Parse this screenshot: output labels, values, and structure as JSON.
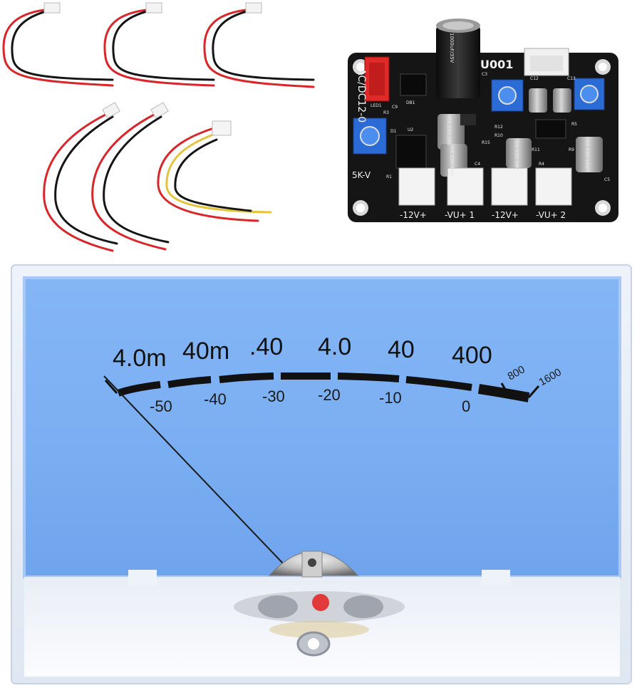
{
  "board": {
    "model_text": "U001",
    "input_label": "AC/DC12-0",
    "pot_label": "5K-V",
    "port_labels": [
      "-12V+",
      "-VU+ 1",
      "-12V+",
      "-VU+ 2"
    ],
    "component_labels": [
      "C3",
      "C12",
      "C13",
      "LED1",
      "C9",
      "DB1",
      "R3",
      "D1",
      "U2",
      "R12",
      "R10",
      "R15",
      "R11",
      "R5",
      "C5",
      "R1",
      "C4",
      "R4",
      "R9"
    ],
    "main_cap_text": "1000uF/35V",
    "small_cap_text": [
      "CK 220 16V",
      "CK 220 16V",
      "CK 220 16V",
      "CK 220 16V"
    ]
  },
  "meter": {
    "db_scale": [
      "-50",
      "-40",
      "-30",
      "-20",
      "-10",
      "0"
    ],
    "upper_scale": [
      "4.0m",
      "40m",
      ".40",
      "4.0",
      "40",
      "400",
      "800",
      "1600"
    ]
  },
  "colors": {
    "meter_face": "#7aaef2",
    "board": "#151515",
    "wire_red": "#d8262a",
    "wire_black": "#151515",
    "wire_yellow": "#e4c43a"
  }
}
